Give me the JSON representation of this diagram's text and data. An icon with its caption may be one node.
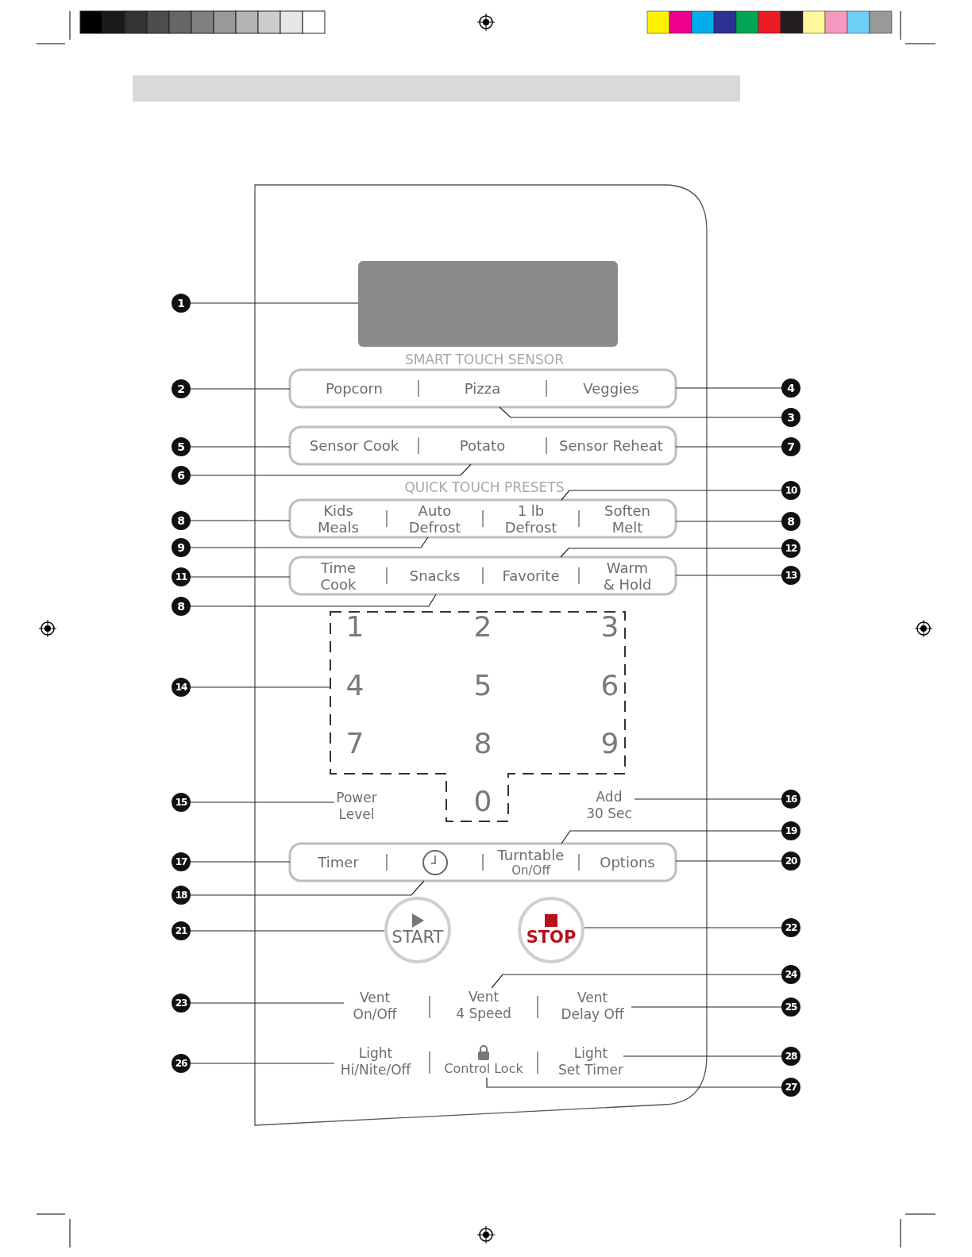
{
  "diagram": {
    "nodes": [
      {
        "text": [],
        "shape": "box"
      },
      {
        "text": [
          "Popcorn"
        ]
      },
      {
        "text": [
          "Pizza"
        ]
      },
      {
        "text": [
          "Veggies"
        ]
      },
      {
        "text": [
          "Sensor Cook"
        ]
      },
      {
        "text": [
          "Potato"
        ]
      },
      {
        "text": [
          "Sensor Reheat"
        ]
      },
      {
        "text": [
          "Kids Meals"
        ]
      },
      {
        "text": [
          "Auto Defrost"
        ]
      },
      {
        "text": [
          "1 lb Defrost"
        ]
      },
      {
        "text": [
          "Soften Melt"
        ]
      },
      {
        "text": [
          "Time Cook"
        ]
      },
      {
        "text": [
          "Snacks"
        ]
      },
      {
        "text": [
          "Favorite"
        ]
      },
      {
        "text": [
          "Warm & Hold"
        ]
      },
      {
        "text": [
          "1",
          "2",
          "3",
          "4",
          "5",
          "6",
          "7",
          "8",
          "9",
          "0"
        ]
      },
      {
        "text": [
          "Power Level"
        ]
      },
      {
        "text": [
          "Add 30 Sec"
        ]
      },
      {
        "text": [
          "Timer"
        ]
      },
      {
        "text": [],
        "shape": "circle"
      },
      {
        "text": [
          "Turntable",
          "On/Off"
        ]
      },
      {
        "text": [
          "Options"
        ]
      },
      {
        "text": [
          "START"
        ]
      },
      {
        "text": [
          "STOP"
        ]
      },
      {
        "text": [
          "Vent On/Off"
        ]
      },
      {
        "text": [
          "Vent 4 Speed"
        ]
      },
      {
        "text": [
          "Vent Delay Off"
        ]
      },
      {
        "text": [
          "Light Hi/Nite/Off"
        ]
      },
      {
        "text": [
          "Control Lock"
        ]
      },
      {
        "text": [
          "Light Set Timer"
        ]
      },
      {
        "text": [
          "1"
        ]
      },
      {
        "text": [
          "2"
        ]
      },
      {
        "text": [
          "3"
        ]
      },
      {
        "text": [
          "4"
        ]
      },
      {
        "text": [
          "5"
        ]
      },
      {
        "text": [
          "6"
        ]
      },
      {
        "text": [
          "7"
        ]
      },
      {
        "text": [
          "8"
        ]
      },
      {
        "text": [
          "8"
        ]
      },
      {
        "text": [
          "9"
        ]
      },
      {
        "text": [
          "10"
        ]
      },
      {
        "text": [
          "11"
        ]
      },
      {
        "text": [
          "12"
        ]
      },
      {
        "text": [
          "13"
        ]
      },
      {
        "text": [
          "8"
        ]
      },
      {
        "text": [
          "14"
        ]
      },
      {
        "text": [
          "15"
        ]
      },
      {
        "text": [
          "16"
        ]
      },
      {
        "text": [
          "17"
        ]
      },
      {
        "text": [
          "18"
        ]
      },
      {
        "text": [
          "19"
        ]
      },
      {
        "text": [
          "20"
        ]
      },
      {
        "text": [
          "21"
        ]
      },
      {
        "text": [
          "22"
        ]
      },
      {
        "text": [
          "23"
        ]
      },
      {
        "text": [
          "24"
        ]
      },
      {
        "text": [
          "25"
        ]
      },
      {
        "text": [
          "26"
        ]
      },
      {
        "text": [
          "27"
        ]
      },
      {
        "text": [
          "28"
        ]
      }
    ],
    "edges": [
      {
        "from": 30,
        "to": 0,
        "arrow": "none"
      },
      {
        "from": 31,
        "to": 1,
        "arrow": "none"
      },
      {
        "from": 32,
        "to": 2,
        "arrow": "none"
      },
      {
        "from": 33,
        "to": 3,
        "arrow": "none"
      },
      {
        "from": 34,
        "to": 4,
        "arrow": "none"
      },
      {
        "from": 35,
        "to": 5,
        "arrow": "none"
      },
      {
        "from": 36,
        "to": 6,
        "arrow": "none"
      },
      {
        "from": 37,
        "to": 7,
        "arrow": "none"
      },
      {
        "from": 38,
        "to": 10,
        "arrow": "none"
      },
      {
        "from": 39,
        "to": 8,
        "arrow": "none"
      },
      {
        "from": 40,
        "to": 9,
        "arrow": "none"
      },
      {
        "from": 41,
        "to": 11,
        "arrow": "none"
      },
      {
        "from": 42,
        "to": 13,
        "arrow": "none"
      },
      {
        "from": 43,
        "to": 14,
        "arrow": "none"
      },
      {
        "from": 44,
        "to": 12,
        "arrow": "none"
      },
      {
        "from": 45,
        "to": 15,
        "arrow": "none"
      },
      {
        "from": 46,
        "to": 16,
        "arrow": "none"
      },
      {
        "from": 47,
        "to": 17,
        "arrow": "none"
      },
      {
        "from": 48,
        "to": 18,
        "arrow": "none"
      },
      {
        "from": 49,
        "to": 19,
        "arrow": "none"
      },
      {
        "from": 50,
        "to": 20,
        "arrow": "none"
      },
      {
        "from": 51,
        "to": 21,
        "arrow": "none"
      },
      {
        "from": 52,
        "to": 22,
        "arrow": "none"
      },
      {
        "from": 53,
        "to": 23,
        "arrow": "none"
      },
      {
        "from": 54,
        "to": 24,
        "arrow": "none"
      },
      {
        "from": 55,
        "to": 25,
        "arrow": "none"
      },
      {
        "from": 56,
        "to": 26,
        "arrow": "none"
      },
      {
        "from": 57,
        "to": 27,
        "arrow": "none"
      },
      {
        "from": 58,
        "to": 28,
        "arrow": "none"
      },
      {
        "from": 59,
        "to": 29,
        "arrow": "none"
      }
    ],
    "labels": [
      "SMART TOUCH SENSOR",
      "QUICK TOUCH PRESETS"
    ]
  }
}
